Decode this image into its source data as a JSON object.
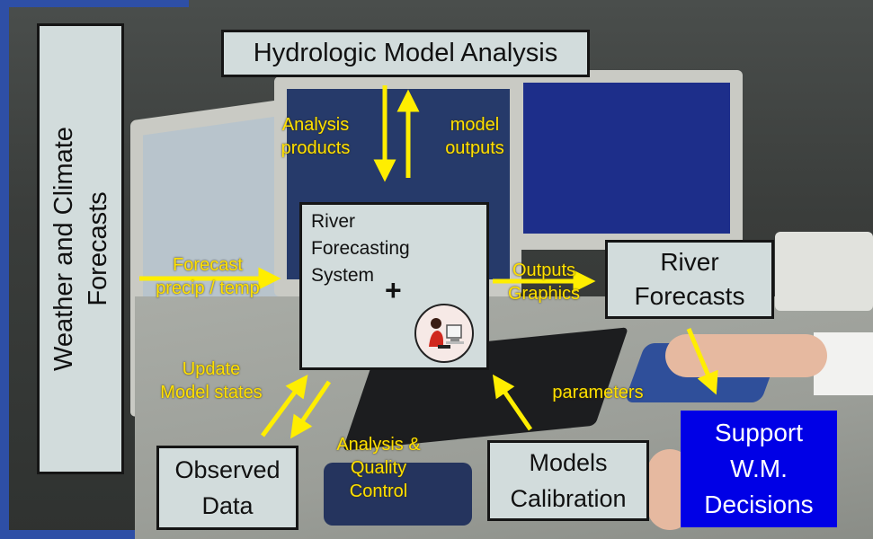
{
  "boxes": {
    "hydrologic_model_analysis": "Hydrologic  Model Analysis",
    "weather_climate": [
      "Weather and Climate",
      "Forecasts"
    ],
    "river_forecasting_system": [
      "River",
      "Forecasting",
      "System"
    ],
    "plus_sign": "+",
    "river_forecasts": [
      "River",
      "Forecasts"
    ],
    "observed_data": [
      "Observed",
      "Data"
    ],
    "models_calibration": [
      "Models",
      "Calibration"
    ],
    "support_decisions": [
      "Support",
      "W.M.",
      "Decisions"
    ]
  },
  "flow_labels": {
    "analysis_products": [
      "Analysis",
      "products"
    ],
    "model_outputs": [
      "model",
      "outputs"
    ],
    "forecast_precip": [
      "Forecast",
      "precip / temp"
    ],
    "outputs_graphics": [
      "Outputs",
      "Graphics"
    ],
    "update_states": [
      "Update",
      "Model states"
    ],
    "analysis_quality": [
      "Analysis &",
      "Quality",
      "Control"
    ],
    "parameters": "parameters"
  },
  "colors": {
    "box_fill": "#d2dcdc",
    "label_yellow": "#ffe000",
    "arrow_yellow": "#ffee00",
    "decision_blue": "#0000e6",
    "frame_blue": "#2e4fa6"
  },
  "icons": [
    "person-at-computer-icon"
  ]
}
